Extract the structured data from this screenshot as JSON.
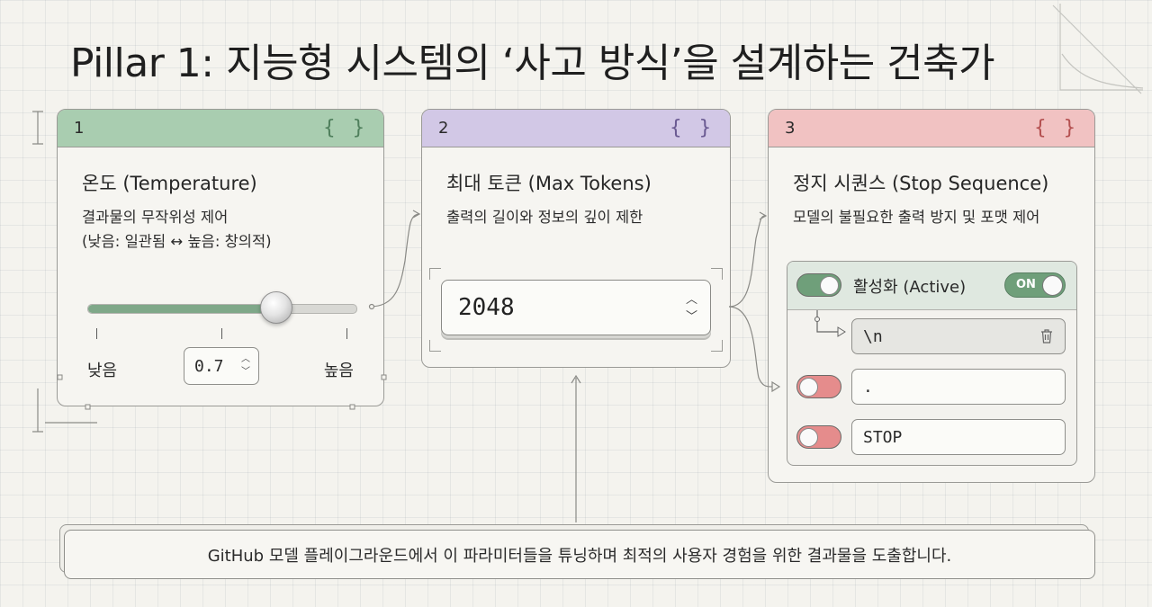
{
  "title": "Pillar 1: 지능형 시스템의 ‘사고 방식’을 설계하는 건축가",
  "cards": [
    {
      "number": "1",
      "brace": "{ }",
      "title": "온도 (Temperature)",
      "desc_line1": "결과물의 무작위성 제어",
      "desc_line2": "(낮음: 일관됨 ↔ 높음: 창의적)",
      "slider_level": 0.7,
      "low_label": "낮음",
      "high_label": "높음",
      "value": "0.7",
      "accent": "#a9cdb0"
    },
    {
      "number": "2",
      "brace": "{ }",
      "title": "최대 토큰 (Max Tokens)",
      "desc_line1": "출력의 길이와 정보의 깊이 제한",
      "value": "2048",
      "accent": "#d2c8e6"
    },
    {
      "number": "3",
      "brace": "{ }",
      "title": "정지 시퀀스 (Stop Sequence)",
      "desc_line1": "모델의 불필요한 출력 방지 및 포맷 제어",
      "active_label": "활성화 (Active)",
      "on_label": "ON",
      "sequences": [
        {
          "value": "\\n",
          "enabled": true
        },
        {
          "value": ".",
          "enabled": false
        },
        {
          "value": "STOP",
          "enabled": false
        }
      ],
      "accent": "#f1c2c2"
    }
  ],
  "footer": "GitHub 모델 플레이그라운드에서 이 파라미터들을 튜닝하며 최적의 사용자 경험을 위한 결과물을 도출합니다.",
  "icons": {
    "stepper": "chevron-up-down-icon",
    "delete": "trash-icon"
  }
}
